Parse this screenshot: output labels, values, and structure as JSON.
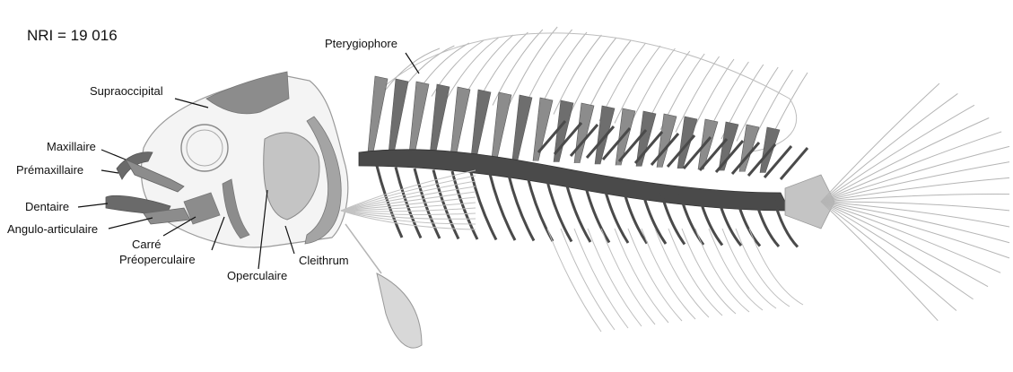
{
  "nri": "NRI = 19 016",
  "labels": {
    "supraoccipital": "Supraoccipital",
    "maxillaire": "Maxillaire",
    "premaxillaire": "Prémaxillaire",
    "dentaire": "Dentaire",
    "angulo_articulaire": "Angulo-articulaire",
    "carre": "Carré",
    "preoperculaire": "Préoperculaire",
    "operculaire": "Operculaire",
    "cleithrum": "Cleithrum",
    "pterygiophore": "Pterygiophore"
  },
  "colors": {
    "highlight_dark": "#4a4a4a",
    "highlight_mid": "#8c8c8c",
    "highlight_light": "#c4c4c4",
    "outline": "#9a9a9a",
    "background": "#ffffff"
  }
}
